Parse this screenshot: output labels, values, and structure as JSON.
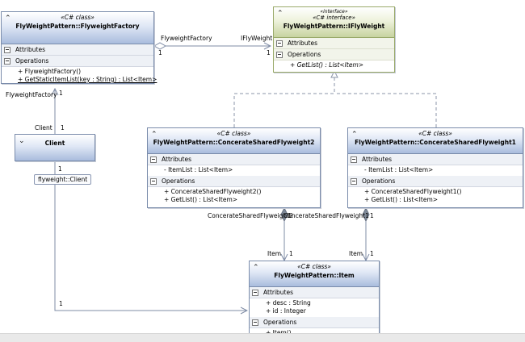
{
  "diagram": {
    "classes": {
      "factory": {
        "stereotype": "«C# class»",
        "name": "FlyWeightPattern::FlyweightFactory",
        "attributes_label": "Attributes",
        "operations_label": "Operations",
        "attributes": [],
        "operations": [
          "+ FlyweightFactory()",
          "+ GetStaticItemList(key : String) : List<Item>"
        ]
      },
      "iflyweight": {
        "stereotype": "«interface»",
        "stereotype2": "«C# interface»",
        "name": "FlyWeightPattern::IFlyWeight",
        "attributes_label": "Attributes",
        "operations_label": "Operations",
        "operations": [
          "+ GetList() : List<Item>"
        ]
      },
      "client": {
        "name": "Client"
      },
      "shared2": {
        "stereotype": "«C# class»",
        "name": "FlyWeightPattern::ConcerateSharedFlyweight2",
        "attributes_label": "Attributes",
        "operations_label": "Operations",
        "attributes": [
          "- ItemList : List<Item>"
        ],
        "operations": [
          "+ ConcerateSharedFlyweight2()",
          "+ GetList() : List<Item>"
        ]
      },
      "shared1": {
        "stereotype": "«C# class»",
        "name": "FlyWeightPattern::ConcerateSharedFlyweight1",
        "attributes_label": "Attributes",
        "operations_label": "Operations",
        "attributes": [
          "- ItemList : List<Item>"
        ],
        "operations": [
          "+ ConcerateSharedFlyweight1()",
          "+ GetList() : List<Item>"
        ]
      },
      "item": {
        "stereotype": "«C# class»",
        "name": "FlyWeightPattern::Item",
        "attributes_label": "Attributes",
        "operations_label": "Operations",
        "attributes": [
          "+ desc : String",
          "+ id : Integer"
        ],
        "operations": [
          "+ Item()"
        ]
      }
    },
    "labels": {
      "factory_to_iface_src_role": "FlyweightFactory",
      "factory_to_iface_src_mult": "1",
      "factory_to_iface_dst_role": "IFlyWeight",
      "factory_to_iface_dst_mult": "1",
      "client_to_factory_role": "FlyweightFactory",
      "client_to_factory_mult": "1",
      "client_to_factory_client_role": "Client",
      "client_to_factory_client_mult": "1",
      "client_lower_mult": "1",
      "client_note": "flyweight::Client",
      "client_to_item_mult": "1",
      "shared2_role": "ConcerateSharedFlyweight2",
      "shared2_mult": "1",
      "shared1_role": "ConcerateSharedFlyweight1",
      "shared1_mult": "1",
      "item_from_shared2_role": "Item",
      "item_from_shared2_mult": "1",
      "item_from_shared1_role": "Item",
      "item_from_shared1_mult": "1"
    },
    "icons": {
      "collapse": "chevron-up-double-icon",
      "expand": "chevron-down-double-icon",
      "section_toggle": "minus-box-icon"
    },
    "colors": {
      "class_border": "#7a8cab",
      "interface_border": "#9aaa6a",
      "connector": "#7f8ca5"
    }
  }
}
